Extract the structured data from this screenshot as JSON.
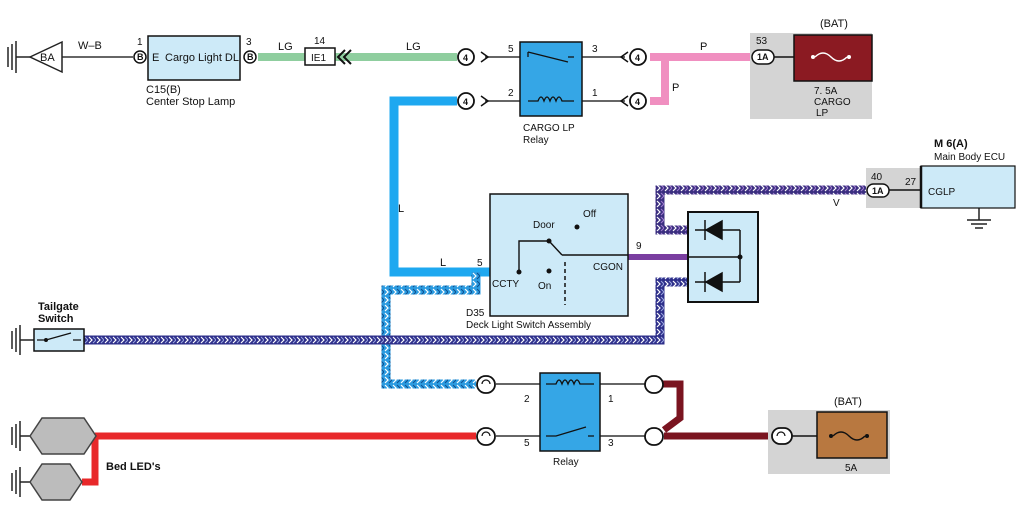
{
  "components": {
    "ground_ba": {
      "label": "BA"
    },
    "cargo_light": {
      "label": "Cargo Light DL",
      "pin_e": "E",
      "code": "C15(B)",
      "name": "Center Stop Lamp",
      "pin_left": "1",
      "pin_right": "3",
      "conn_letter": "B"
    },
    "ie1": {
      "pin": "14",
      "label": "IE1"
    },
    "cargo_relay": {
      "name": "CARGO LP",
      "sub": "Relay",
      "pin5": "5",
      "pin3": "3",
      "pin2": "2",
      "pin1": "1"
    },
    "fuse_cargo": {
      "bat": "(BAT)",
      "pin": "53",
      "conn": "1A",
      "rating": "7. 5A",
      "name1": "CARGO",
      "name2": "LP"
    },
    "ecu": {
      "code": "M 6(A)",
      "name": "Main Body ECU",
      "pin40": "40",
      "conn": "1A",
      "pin27": "27",
      "terminal": "CGLP"
    },
    "deck_switch": {
      "code": "D35",
      "name": "Deck Light Switch Assembly",
      "door": "Door",
      "off": "Off",
      "on": "On",
      "ccty": "CCTY",
      "cgon": "CGON",
      "pin5": "5",
      "pin9": "9"
    },
    "tailgate": {
      "line1": "Tailgate",
      "line2": "Switch"
    },
    "relay2": {
      "name": "Relay",
      "pin2": "2",
      "pin1": "1",
      "pin5": "5",
      "pin3": "3"
    },
    "fuse_5a": {
      "bat": "(BAT)",
      "rating": "5A"
    },
    "bed_leds": {
      "label": "Bed LED's"
    },
    "connector_num": "4"
  },
  "wires": {
    "wb": "W–B",
    "lg1": "LG",
    "lg2": "LG",
    "p1": "P",
    "p2": "P",
    "l1": "L",
    "l2": "L",
    "v": "V"
  },
  "colors": {
    "lg": "#8fce9f",
    "pink": "#f08fc0",
    "blue": "#1ea8f0",
    "purple": "#7a3ea0",
    "navy": "#2e2f8a",
    "red": "#e8282a",
    "maroon": "#7a1420",
    "light_blue_fill": "#cdeaf8",
    "relay_fill": "#35a6e6",
    "gray_box": "#d4d4d4"
  }
}
